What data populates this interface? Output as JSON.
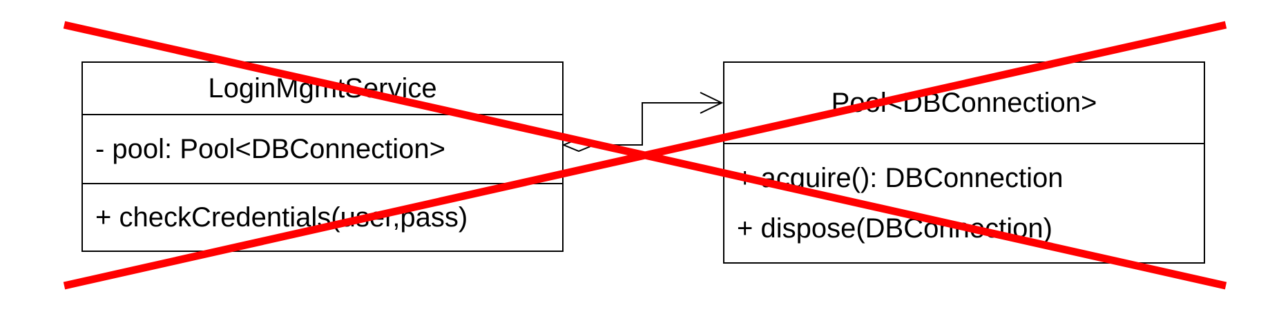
{
  "classes": {
    "login_service": {
      "name": "LoginMgmtService",
      "attributes": [
        "- pool: Pool<DBConnection>"
      ],
      "operations": [
        "+ checkCredentials(user,pass)"
      ]
    },
    "pool": {
      "name": "Pool<DBConnection>",
      "attributes": [],
      "operations": [
        "+ acquire(): DBConnection",
        "+ dispose(DBConnection)"
      ]
    }
  },
  "relationship": {
    "type": "aggregation",
    "from": "LoginMgmtService",
    "to": "Pool<DBConnection>",
    "navigable": true
  },
  "overlay": {
    "type": "cross-out",
    "color": "#ff0000"
  }
}
